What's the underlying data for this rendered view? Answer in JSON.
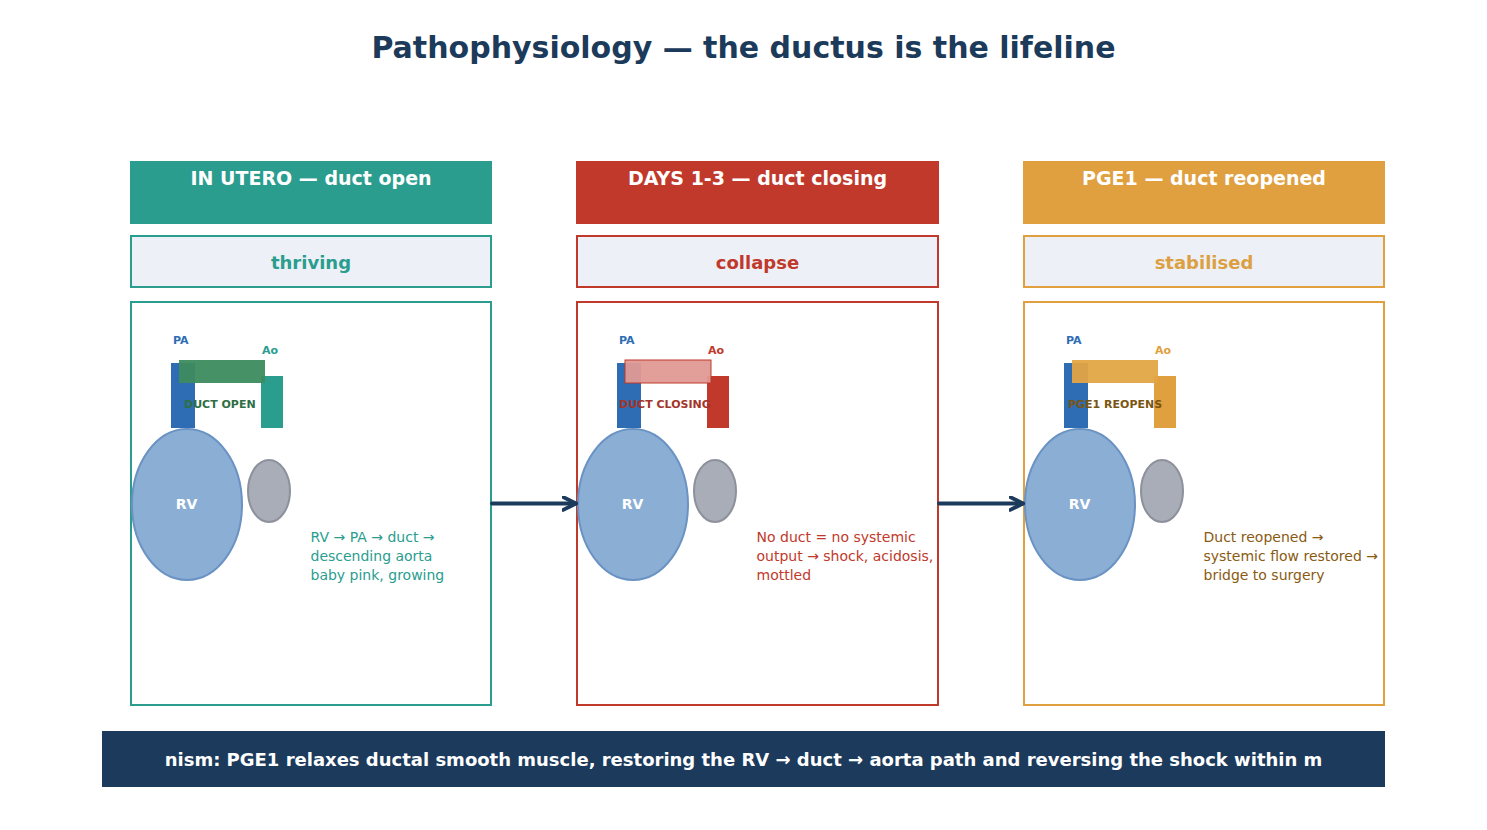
{
  "diagram": {
    "title": "Pathophysiology — the ductus is the lifeline",
    "nodes": [
      {
        "text": [
          "IN UTERO — duct open"
        ]
      },
      {
        "text": [
          "thriving"
        ]
      },
      {
        "text": [
          "RV → PA → duct → descending aorta baby pink, growing"
        ]
      },
      {
        "text": [
          "RV"
        ],
        "in": 2
      },
      {
        "text": [
          "DAYS 1-3 — duct closing"
        ]
      },
      {
        "text": [
          "collapse"
        ]
      },
      {
        "text": [
          "No duct = no systemic output → shock, acidosis, mottled"
        ]
      },
      {
        "text": [
          "RV"
        ],
        "in": 6
      },
      {
        "text": [
          "PGE1 — duct reopened"
        ]
      },
      {
        "text": [
          "stabilised"
        ]
      },
      {
        "text": [
          "Duct reopened → systemic flow restored → bridge to surgery"
        ]
      },
      {
        "text": [
          "RV"
        ],
        "in": 10
      },
      {
        "text": [
          "nism: PGE1 relaxes ductal smooth muscle, restoring the RV → duct → aorta path and reversing the shock within m"
        ]
      }
    ],
    "edges": [
      {
        "from": 2,
        "to": 6,
        "arrow": "to"
      },
      {
        "from": 6,
        "to": 10,
        "arrow": "to"
      }
    ],
    "labels": [
      "PA",
      "Ao",
      "DUCT OPEN",
      "PA",
      "Ao",
      "DUCT CLOSING",
      "PA",
      "Ao",
      "PGE1 REOPENS"
    ]
  }
}
